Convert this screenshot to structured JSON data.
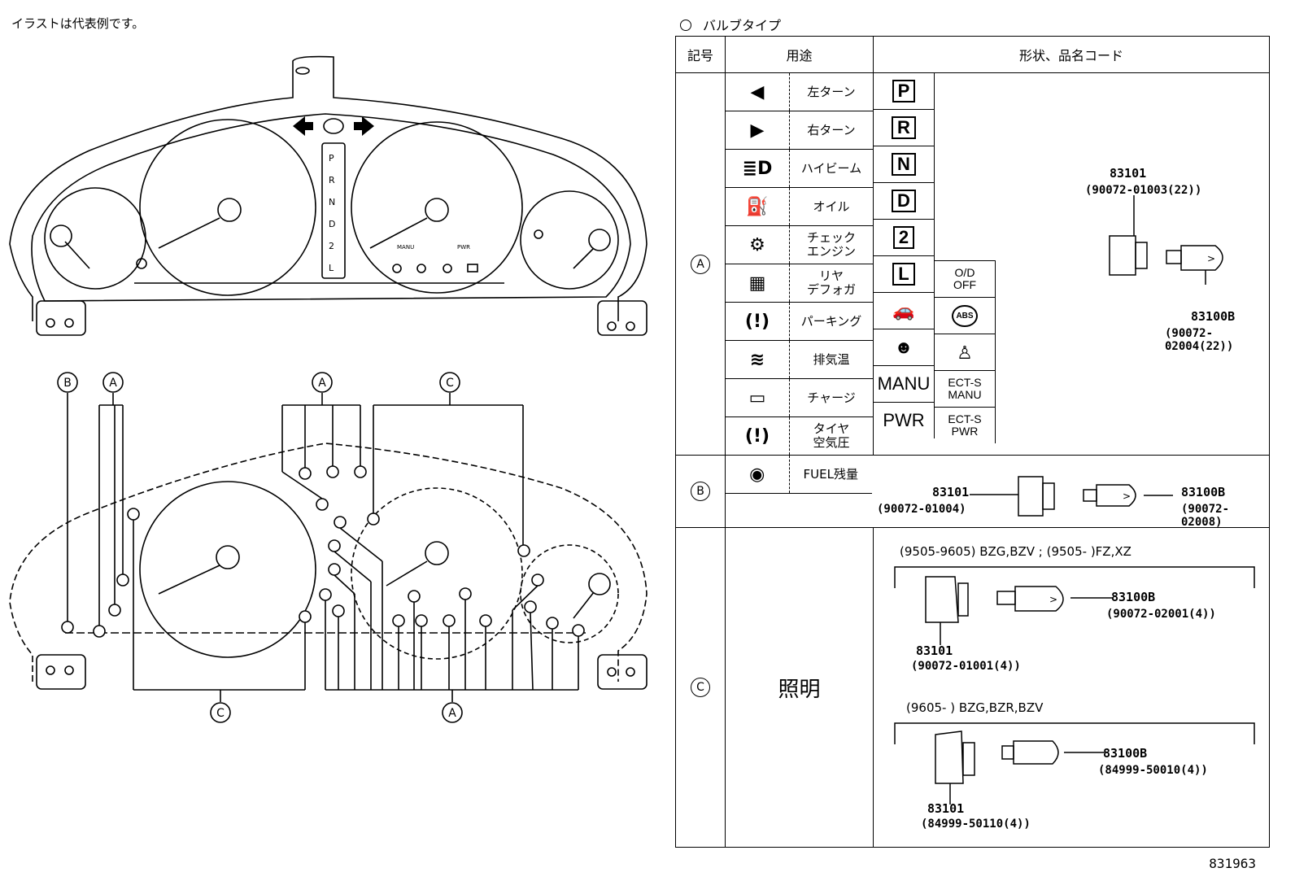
{
  "note": "イラストは代表例です。",
  "legend_title": "バルブタイプ",
  "document_number": "831963",
  "table": {
    "headers": {
      "symbol": "記号",
      "use": "用途",
      "shape": "形状、品名コード"
    },
    "row_a": {
      "symbol": "A",
      "uses": [
        {
          "icon": "left-arrow-icon",
          "label": "左ターン"
        },
        {
          "icon": "right-arrow-icon",
          "label": "右ターン"
        },
        {
          "icon": "high-beam-icon",
          "label": "ハイビーム"
        },
        {
          "icon": "oil-can-icon",
          "label": "オイル"
        },
        {
          "icon": "engine-icon",
          "label": "チェック\nエンジン"
        },
        {
          "icon": "rear-defogger-icon",
          "label": "リヤ\nデフォガ"
        },
        {
          "icon": "parking-brake-icon",
          "label": "パーキング"
        },
        {
          "icon": "exhaust-temp-icon",
          "label": "排気温"
        },
        {
          "icon": "battery-icon",
          "label": "チャージ"
        },
        {
          "icon": "tire-pressure-icon",
          "label": "タイヤ\n空気圧"
        }
      ],
      "symbols_col1": [
        "P",
        "R",
        "N",
        "D",
        "2",
        "L",
        "door-icon",
        "airbag-icon",
        "MANU",
        "PWR"
      ],
      "symbols_col2": [
        "O/D\nOFF",
        "ABS",
        "seatbelt-icon",
        "ECT-S\nMANU",
        "ECT-S\nPWR"
      ],
      "socket_code": "83101",
      "socket_part": "(90072-01003(22))",
      "bulb_code": "83100B",
      "bulb_part": "(90072-02004(22))"
    },
    "row_b": {
      "symbol": "B",
      "use_label": "FUEL残量",
      "socket_code": "83101",
      "socket_part": "(90072-01004)",
      "bulb_code": "83100B",
      "bulb_part": "(90072-02008)"
    },
    "row_c": {
      "symbol": "C",
      "use_label": "照明",
      "group1": {
        "condition": "(9505-9605) BZG,BZV ; (9505-          )FZ,XZ",
        "bulb_code": "83100B",
        "bulb_part": "(90072-02001(4))",
        "socket_code": "83101",
        "socket_part": "(90072-01001(4))"
      },
      "group2": {
        "condition": "(9605-          ) BZG,BZR,BZV",
        "bulb_code": "83100B",
        "bulb_part": "(84999-50010(4))",
        "socket_code": "83101",
        "socket_part": "(84999-50110(4))"
      }
    }
  },
  "cluster_front": {
    "gear_letters": [
      "P",
      "R",
      "N",
      "D",
      "2",
      "L"
    ],
    "labels": {
      "manu": "MANU",
      "pwr": "PWR"
    }
  },
  "cluster_rear": {
    "callouts": [
      "B",
      "A",
      "A",
      "C",
      "C",
      "A"
    ]
  }
}
